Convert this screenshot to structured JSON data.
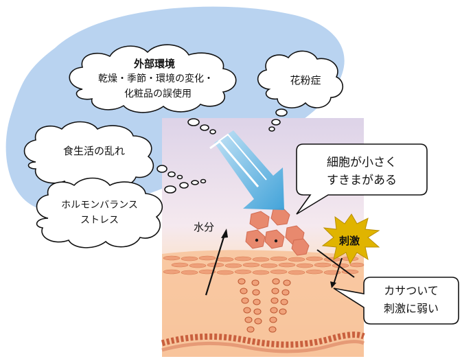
{
  "causes": {
    "external_title": "外部環境",
    "external_line1": "乾燥・季節・環境の変化・",
    "external_line2": "化粧品の誤使用",
    "pollen": "花粉症",
    "diet": "食生活の乱れ",
    "hormone_line1": "ホルモンバランス",
    "hormone_line2": "ストレス"
  },
  "skin": {
    "cells_line1": "細胞が小さく",
    "cells_line2": "すきまがある",
    "moisture": "水分",
    "stimulus": "刺激",
    "dry_line1": "カサついて",
    "dry_line2": "刺激に弱い"
  },
  "colors": {
    "blue_cloud": "#b9d3f0",
    "arrow_blue": "#4aa8dc",
    "skin_top": "#dcd0e6",
    "skin_layer": "#f2b38a",
    "cell": "#e8836c",
    "starburst": "#e0b400"
  }
}
